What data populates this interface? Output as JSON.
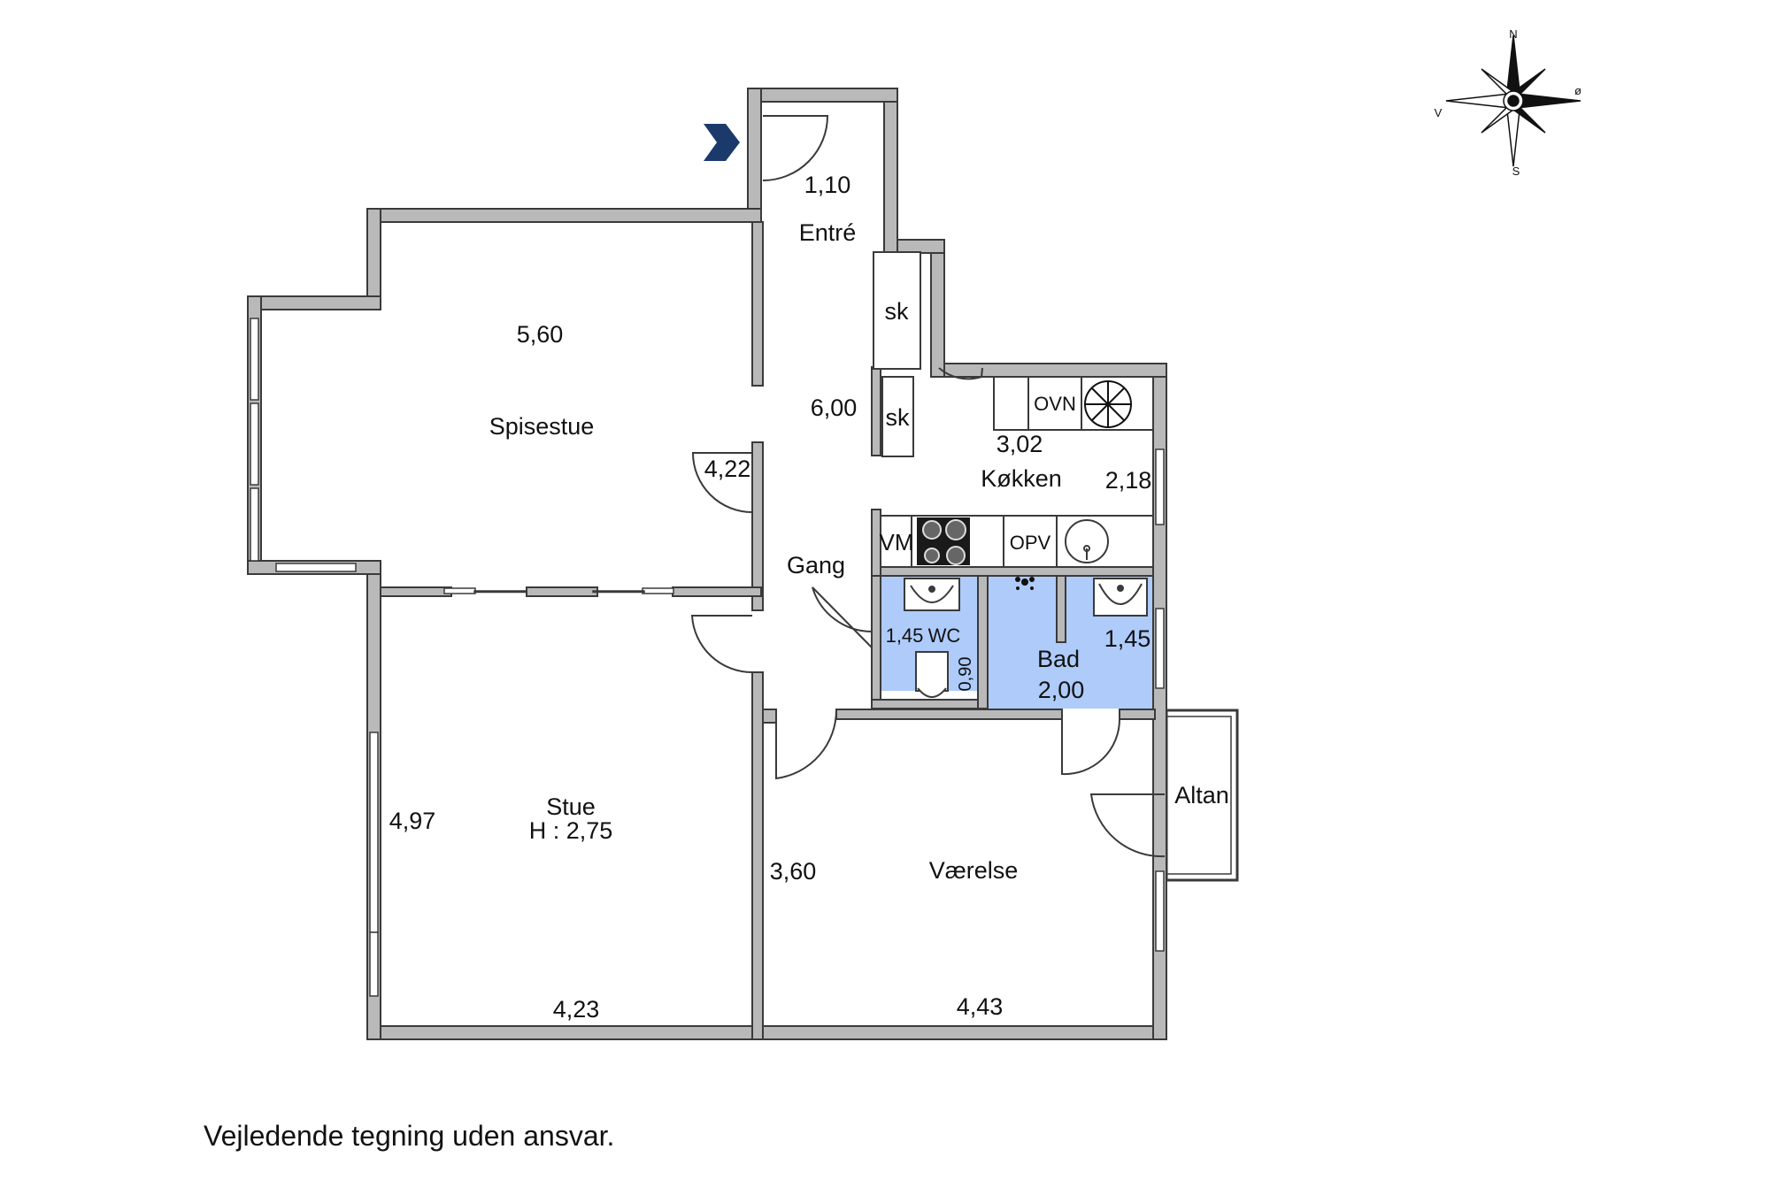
{
  "rooms": {
    "entre": {
      "name": "Entré",
      "dim": "1,10"
    },
    "spisestue": {
      "name": "Spisestue",
      "dim_width": "5,60",
      "dim_height": "4,22"
    },
    "gang": {
      "name": "Gang",
      "dim": "6,00"
    },
    "kokken": {
      "name": "Køkken",
      "dim_width": "3,02",
      "dim_height": "2,18"
    },
    "wc": {
      "name": "WC",
      "dim_width": "1,45",
      "dim_height": "0,90"
    },
    "bad": {
      "name": "Bad",
      "dim_width": "2,00",
      "dim_height": "1,45"
    },
    "stue": {
      "name": "Stue",
      "height_note": "H : 2,75",
      "dim_width": "4,23",
      "dim_height": "4,97"
    },
    "vaerelse": {
      "name": "Værelse",
      "dim_width": "4,43",
      "dim_height": "3,60"
    },
    "altan": {
      "name": "Altan"
    }
  },
  "fixtures": {
    "skab1": "sk",
    "skab2": "sk",
    "ovn": "OVN",
    "vaskemaskine": "VM",
    "opvaskemaskine": "OPV"
  },
  "compass": {
    "north": "N",
    "south": "S",
    "east": "ø",
    "west": "V"
  },
  "disclaimer": "Vejledende tegning uden ansvar.",
  "colors": {
    "wall_fill": "#b9b9b9",
    "wall_stroke": "#3a3a3a",
    "wet_room": "#aecbfa",
    "entry_arrow": "#1b3a6b"
  }
}
